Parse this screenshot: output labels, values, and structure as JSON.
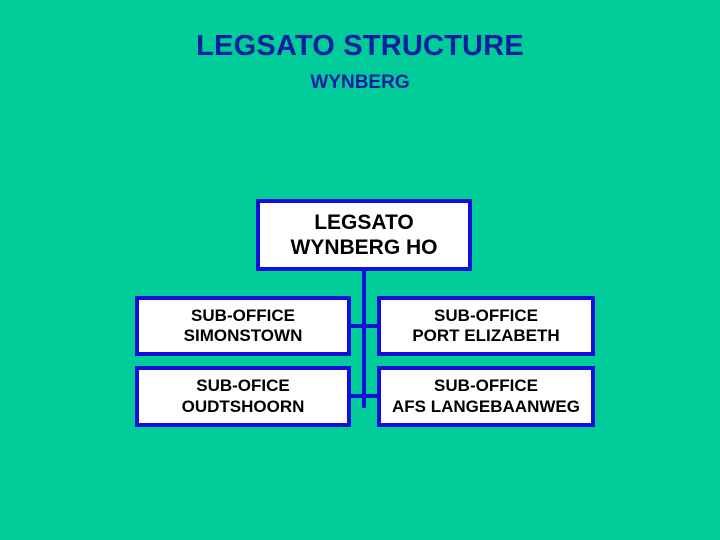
{
  "header": {
    "title": "LEGSATO STRUCTURE",
    "subtitle": "WYNBERG"
  },
  "colors": {
    "background": "#00cc99",
    "title": "#0b1fa0",
    "box_border": "#1010d8",
    "box_fill": "#ffffff",
    "box_text": "#000000"
  },
  "org_chart": {
    "root": {
      "line1": "LEGSATO",
      "line2": "WYNBERG HO"
    },
    "children": [
      {
        "line1": "SUB-OFFICE",
        "line2": "SIMONSTOWN"
      },
      {
        "line1": "SUB-OFFICE",
        "line2": "PORT ELIZABETH"
      },
      {
        "line1": "SUB-OFICE",
        "line2": "OUDTSHOORN"
      },
      {
        "line1": "SUB-OFFICE",
        "line2": "AFS LANGEBAANWEG"
      }
    ]
  }
}
